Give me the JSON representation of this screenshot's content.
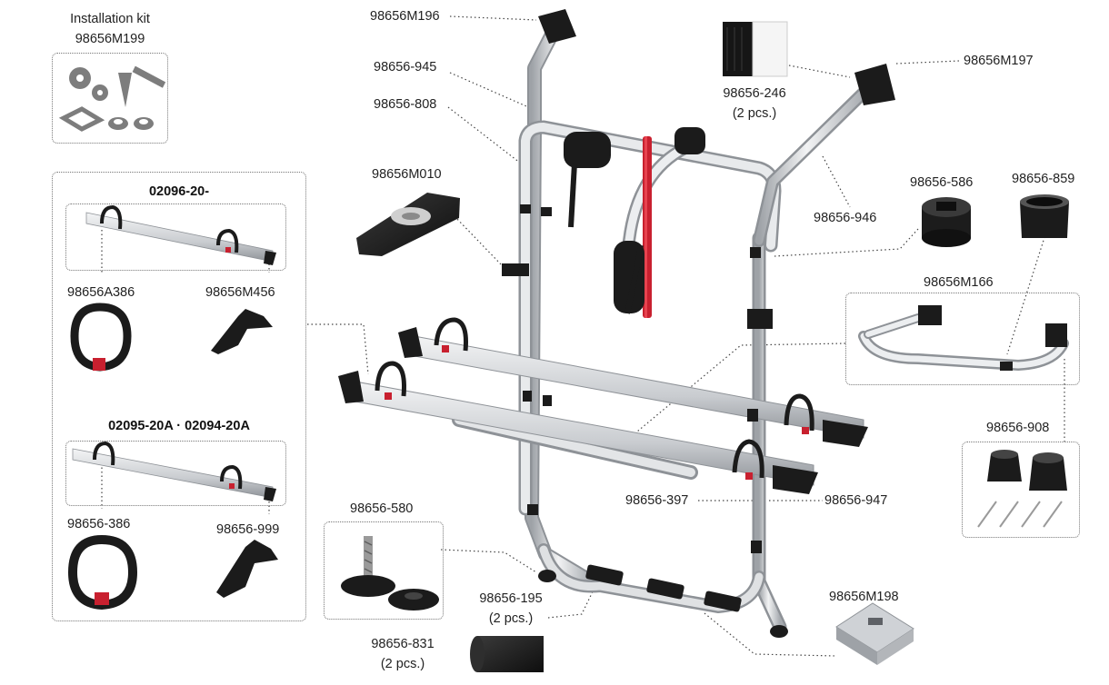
{
  "colors": {
    "metal": "#cfd2d6",
    "metal_dark": "#8e9297",
    "black": "#1b1b1b",
    "accent_red": "#c8202f",
    "gray_part": "#9a9a9a",
    "leader": "#444444",
    "box_border": "#777777"
  },
  "installation_kit": {
    "title": "Installation kit",
    "code": "98656M199"
  },
  "groups": {
    "group_a": {
      "title": "02096-20-",
      "left_code": "98656A386",
      "right_code": "98656M456"
    },
    "group_b": {
      "title": "02095-20A · 02094-20A",
      "left_code": "98656-386",
      "right_code": "98656-999"
    }
  },
  "labels": {
    "m196": "98656M196",
    "p945": "98656-945",
    "p808": "98656-808",
    "m010": "98656M010",
    "p246": "98656-246",
    "p246_qty": "(2 pcs.)",
    "m197": "98656M197",
    "p946": "98656-946",
    "p586": "98656-586",
    "p859": "98656-859",
    "m166": "98656M166",
    "p908": "98656-908",
    "p397": "98656-397",
    "p947": "98656-947",
    "p580": "98656-580",
    "p831": "98656-831",
    "p831_qty": "(2 pcs.)",
    "p195": "98656-195",
    "p195_qty": "(2 pcs.)",
    "m198": "98656M198"
  }
}
